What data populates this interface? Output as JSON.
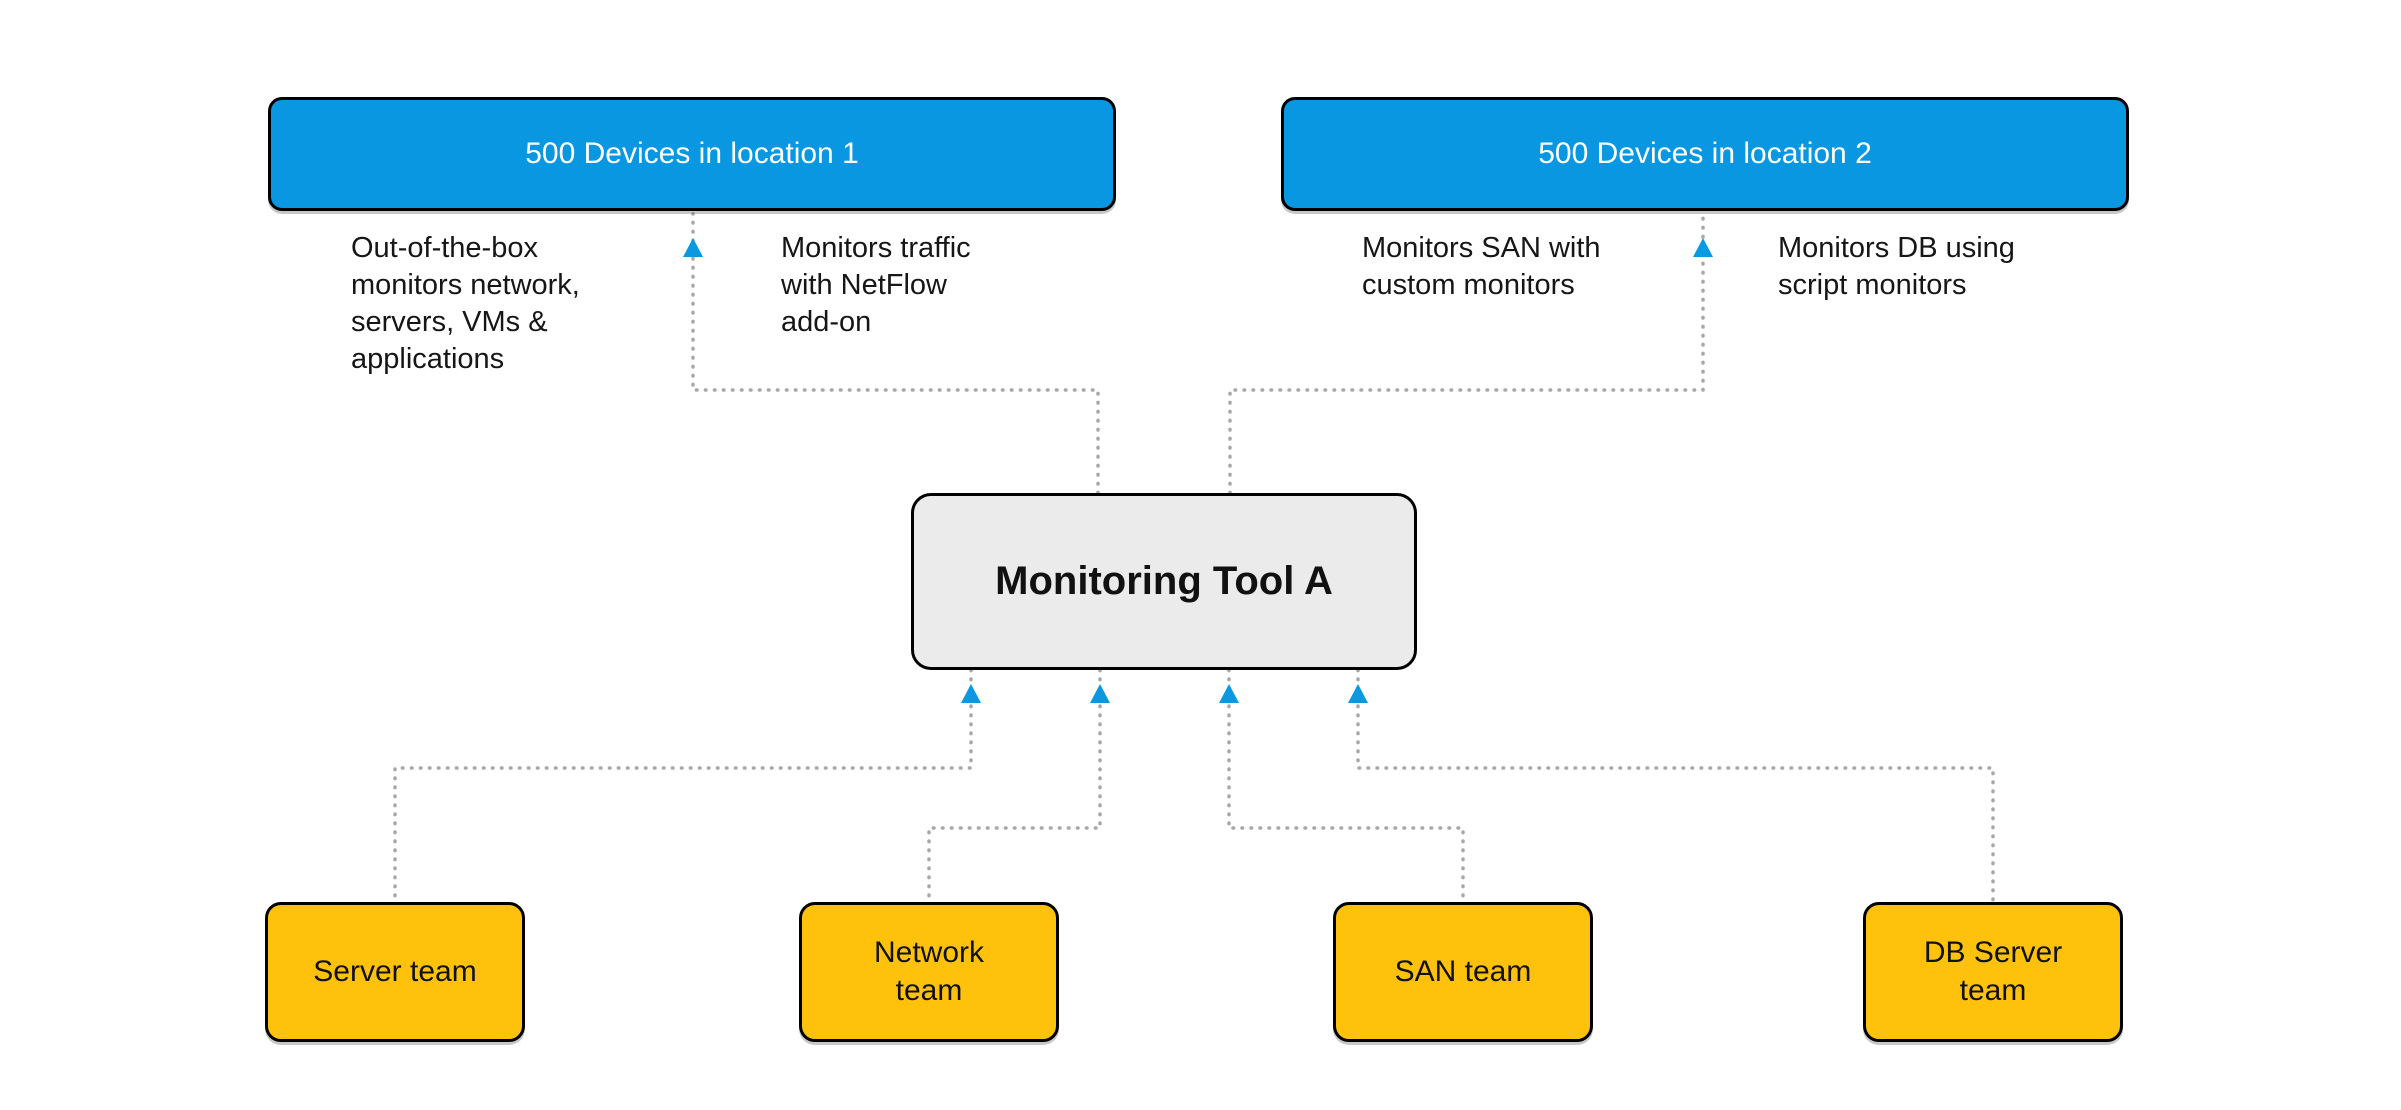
{
  "colors": {
    "blue": "#0897e0",
    "yellow": "#fec20d",
    "gray_fill": "#ebebeb",
    "line_gray": "#a8a8a8",
    "arrow_blue": "#0a99e0"
  },
  "top_boxes": [
    {
      "label": "500 Devices in location 1"
    },
    {
      "label": "500 Devices in location 2"
    }
  ],
  "center_box": {
    "label": "Monitoring Tool A"
  },
  "annotations": [
    {
      "text": "Out-of-the-box\nmonitors network,\nservers, VMs &\napplications"
    },
    {
      "text": "Monitors traffic\nwith NetFlow\nadd-on"
    },
    {
      "text": "Monitors SAN with\ncustom monitors"
    },
    {
      "text": "Monitors DB using\nscript monitors"
    }
  ],
  "team_boxes": [
    {
      "label": "Server team"
    },
    {
      "label": "Network\nteam"
    },
    {
      "label": "SAN team"
    },
    {
      "label": "DB Server\nteam"
    }
  ]
}
